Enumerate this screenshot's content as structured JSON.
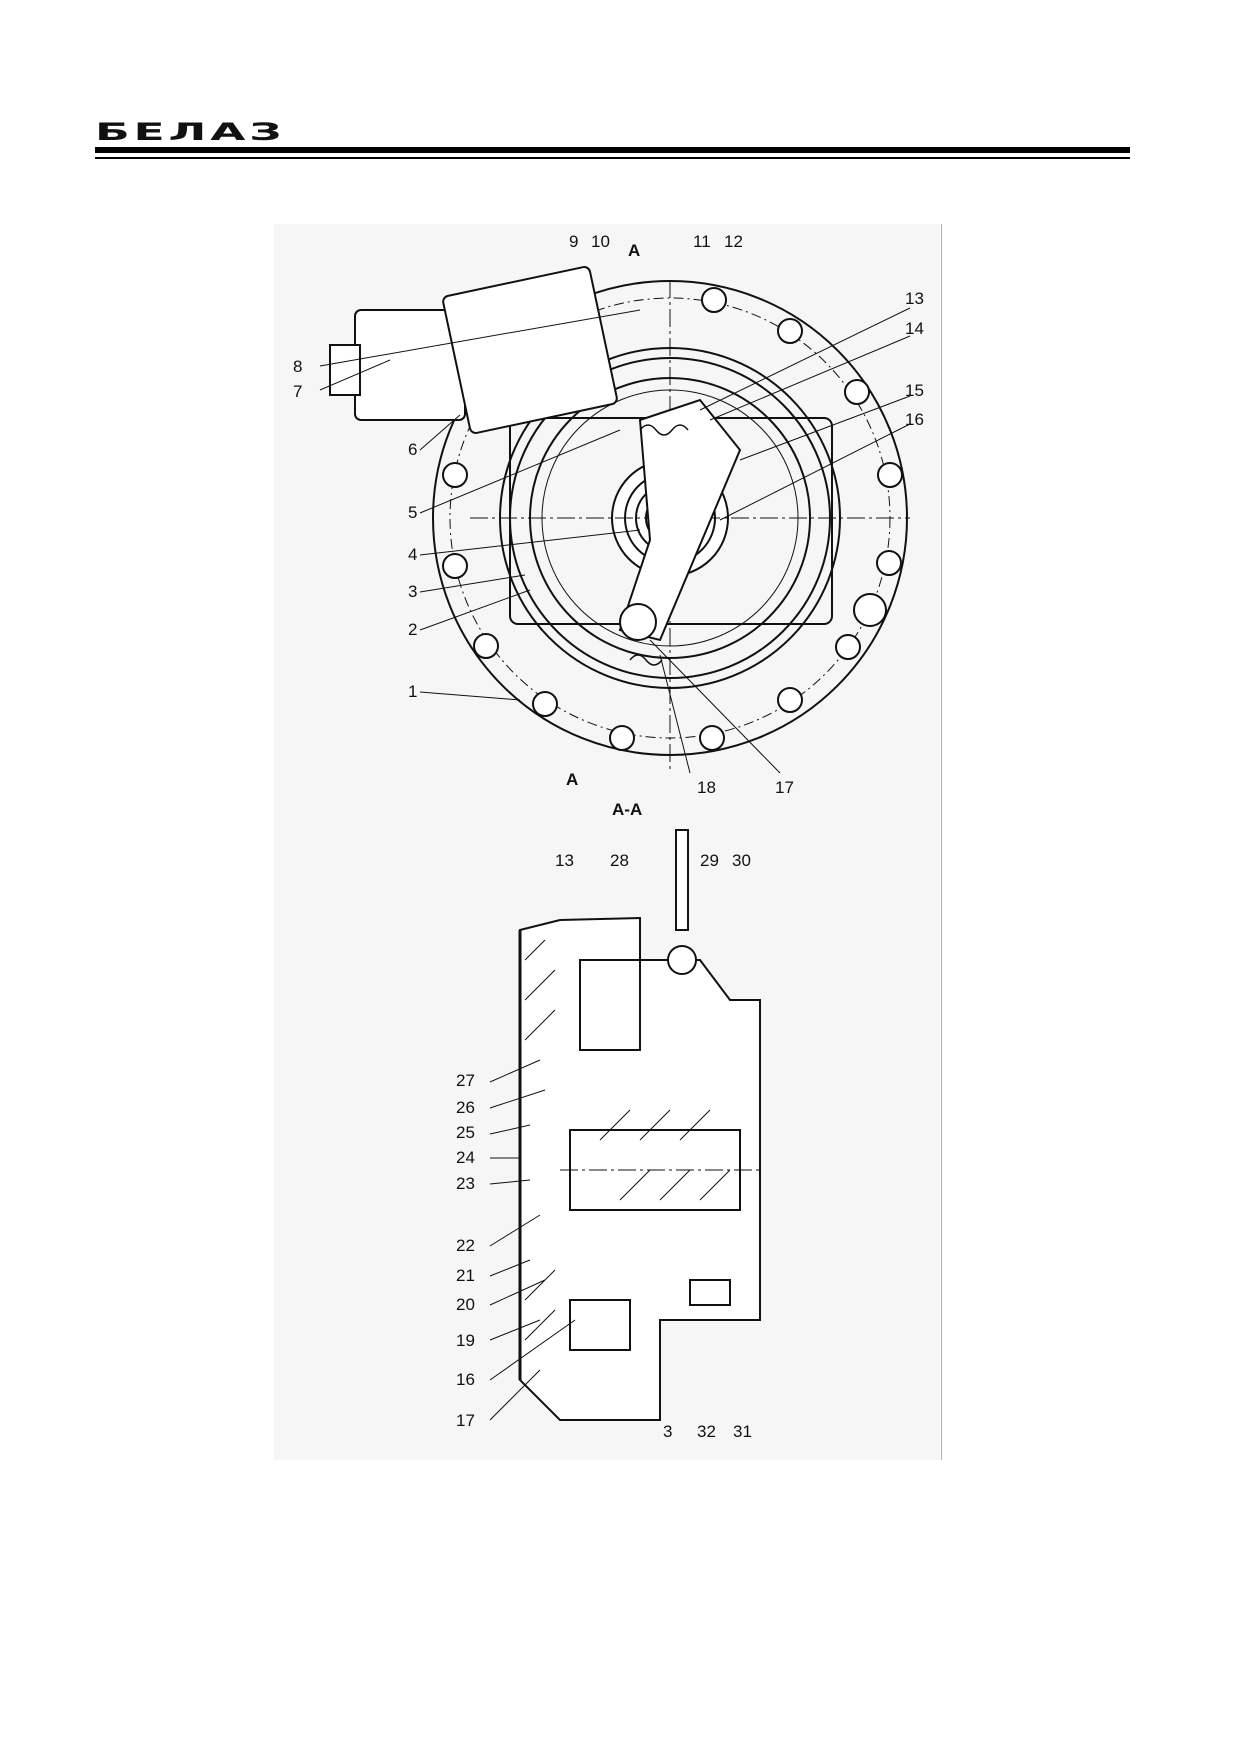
{
  "header": {
    "logo_text": "БЕЛАЗ"
  },
  "figure": {
    "section_title": "А-А",
    "section_marks": [
      "А",
      "А"
    ],
    "top_view_labels": [
      "1",
      "2",
      "3",
      "4",
      "5",
      "6",
      "7",
      "8",
      "9",
      "10",
      "11",
      "12",
      "13",
      "14",
      "15",
      "16",
      "17",
      "18"
    ],
    "section_view_labels": [
      "13",
      "28",
      "29",
      "30",
      "27",
      "26",
      "25",
      "24",
      "23",
      "22",
      "21",
      "20",
      "19",
      "16",
      "17",
      "3",
      "32",
      "31"
    ]
  }
}
